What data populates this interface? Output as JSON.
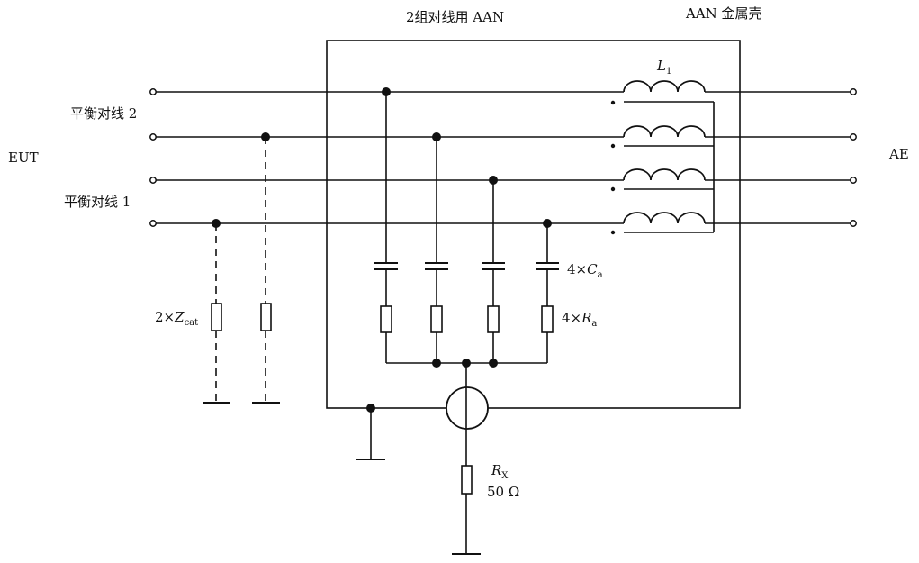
{
  "title": "2组对线用 AAN",
  "shell_label": "AAN 金属壳",
  "eut_label": "EUT",
  "ae_label": "AE",
  "pair2_label": "平衡对线 2",
  "pair1_label": "平衡对线 1",
  "inductor_label": {
    "main": "L",
    "sub": "1"
  },
  "capacitor_label": {
    "prefix": "4×",
    "main": "C",
    "sub": "a"
  },
  "resistor_label": {
    "prefix": "4×",
    "main": "R",
    "sub": "a"
  },
  "zcat_label": {
    "prefix": "2×",
    "main": "Z",
    "sub": "cat"
  },
  "rx_label": {
    "main": "R",
    "sub": "X"
  },
  "rx_value": "50 Ω"
}
